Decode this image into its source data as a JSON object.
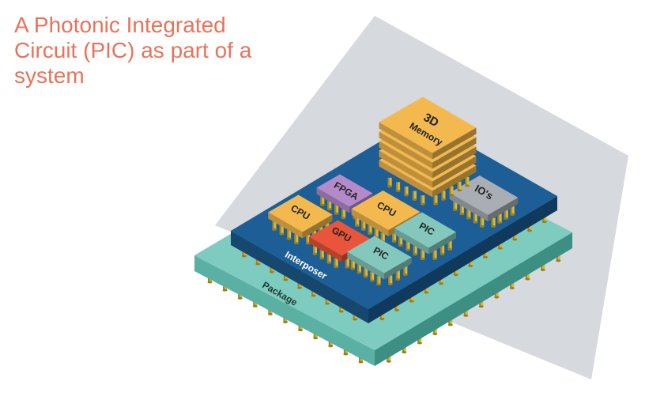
{
  "title_lines": [
    "A Photonic Integrated",
    "Circuit (PIC) as part of a",
    "system"
  ],
  "labels": {
    "memory_line1": "3D",
    "memory_line2": "Memory",
    "fpga": "FPGA",
    "cpu_left": "CPU",
    "cpu_center": "CPU",
    "gpu": "GPU",
    "pic_lower": "PIC",
    "pic_right": "PIC",
    "ios": "IO's",
    "interposer": "Interposer",
    "package": "Package"
  },
  "colors": {
    "title": "#e8735a",
    "plane": "#d6d9de",
    "package": "#7ecbbf",
    "interposer": "#1d5e96",
    "memory": "#f3b94f",
    "cpu": "#f3b94f",
    "fpga": "#b58acb",
    "gpu": "#e9553a",
    "pic": "#84c8bd",
    "ios": "#a8aeb4",
    "pins": "#c7a52a"
  }
}
